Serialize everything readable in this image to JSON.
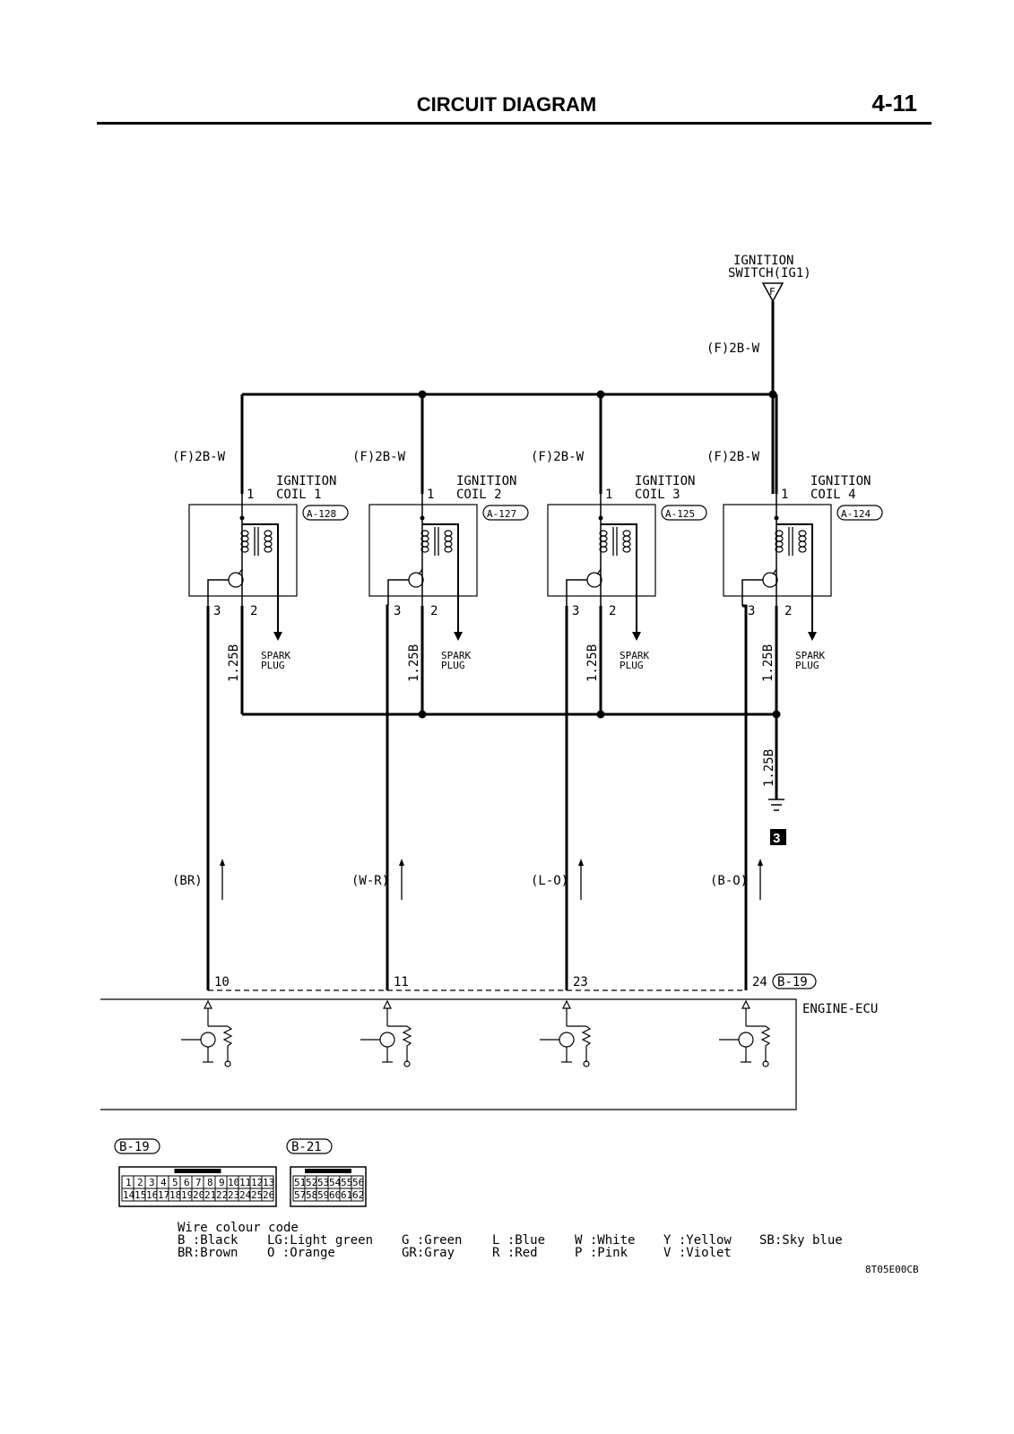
{
  "header": {
    "title": "CIRCUIT DIAGRAM",
    "page_number": "4-11"
  },
  "ignition_switch": {
    "label_line1": "IGNITION",
    "label_line2": "SWITCH(IG1)",
    "connector_letter": "F",
    "feed_wire": "(F)2B-W"
  },
  "coils": [
    {
      "wire": "(F)2B-W",
      "label_line1": "IGNITION",
      "label_line2": "COIL 1",
      "connector": "A-128",
      "pin_in": "1",
      "pin_ecu": "3",
      "pin_gnd": "2",
      "gnd_wire": "1.25B",
      "spark": "SPARK",
      "plug": "PLUG",
      "ecu_wire": "(BR)",
      "ecu_pin": "10"
    },
    {
      "wire": "(F)2B-W",
      "label_line1": "IGNITION",
      "label_line2": "COIL 2",
      "connector": "A-127",
      "pin_in": "1",
      "pin_ecu": "3",
      "pin_gnd": "2",
      "gnd_wire": "1.25B",
      "spark": "SPARK",
      "plug": "PLUG",
      "ecu_wire": "(W-R)",
      "ecu_pin": "11"
    },
    {
      "wire": "(F)2B-W",
      "label_line1": "IGNITION",
      "label_line2": "COIL 3",
      "connector": "A-125",
      "pin_in": "1",
      "pin_ecu": "3",
      "pin_gnd": "2",
      "gnd_wire": "1.25B",
      "spark": "SPARK",
      "plug": "PLUG",
      "ecu_wire": "(L-O)",
      "ecu_pin": "23"
    },
    {
      "wire": "(F)2B-W",
      "label_line1": "IGNITION",
      "label_line2": "COIL 4",
      "connector": "A-124",
      "pin_in": "1",
      "pin_ecu": "3",
      "pin_gnd": "2",
      "gnd_wire": "1.25B",
      "spark": "SPARK",
      "plug": "PLUG",
      "ecu_wire": "(B-O)",
      "ecu_pin": "24"
    }
  ],
  "ground": {
    "wire": "1.25B",
    "badge": "3"
  },
  "ecu": {
    "label": "ENGINE-ECU",
    "connector": "B-19"
  },
  "connector_views": [
    {
      "label": "B-19",
      "row1": [
        "1",
        "2",
        "3",
        "4",
        "5",
        "6",
        "7",
        "8",
        "9",
        "10",
        "11",
        "12",
        "13"
      ],
      "row2": [
        "14",
        "15",
        "16",
        "17",
        "18",
        "19",
        "20",
        "21",
        "22",
        "23",
        "24",
        "25",
        "26"
      ]
    },
    {
      "label": "B-21",
      "row1": [
        "51",
        "52",
        "53",
        "54",
        "55",
        "56"
      ],
      "row2": [
        "57",
        "58",
        "59",
        "60",
        "61",
        "62"
      ]
    }
  ],
  "wire_colour_code": {
    "title": "Wire colour code",
    "row1": [
      "B :Black",
      "LG:Light green",
      "G :Green",
      "L :Blue",
      "W :White",
      "Y :Yellow",
      "SB:Sky blue"
    ],
    "row2": [
      "BR:Brown",
      "O :Orange",
      "GR:Gray",
      "R :Red",
      "P :Pink",
      "V :Violet"
    ]
  },
  "figure_code": "8T05E00CB"
}
